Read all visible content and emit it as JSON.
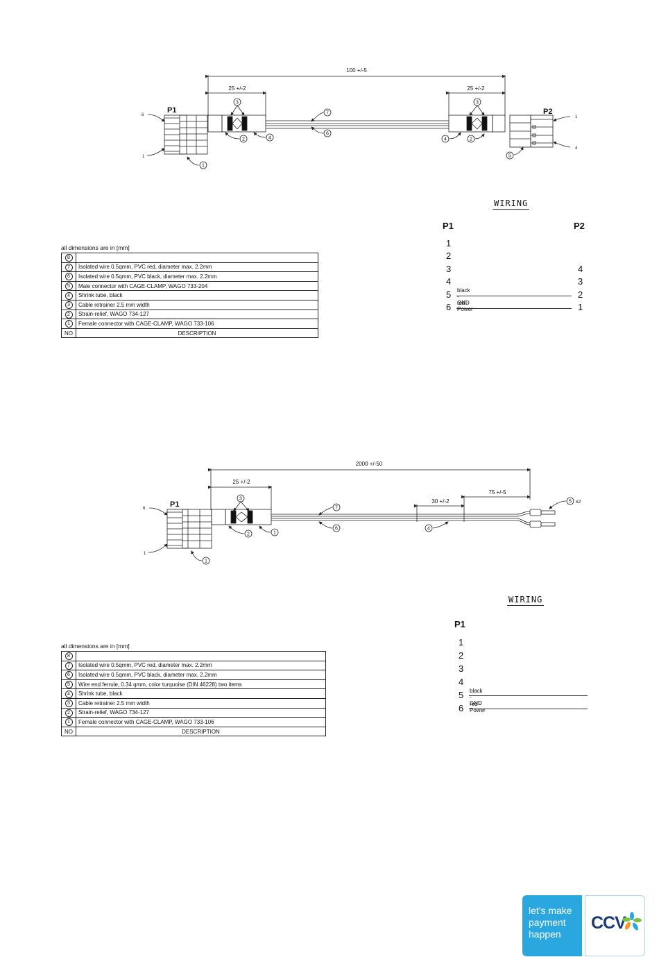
{
  "diagram1": {
    "dim_total": "100 +/-5",
    "dim_left": "25 +/-2",
    "dim_right": "25 +/-2",
    "p1_label": "P1",
    "p2_label": "P2",
    "pin_high": "6",
    "pin_low": "1",
    "p2_pin_high": "1",
    "p2_pin_low": "4",
    "callouts": {
      "c1": "1",
      "c2": "2",
      "c3": "3",
      "c4": "4",
      "c5": "5",
      "c6": "6",
      "c7": "7",
      "c3b": "3",
      "c4b": "4",
      "c2b": "2"
    }
  },
  "diagram2": {
    "dim_total": "2000 +/-50",
    "dim_left": "25 +/-2",
    "dim_shrink": "30 +/-2",
    "dim_end": "75 +/-5",
    "p1_label": "P1",
    "pin_high": "6",
    "pin_low": "1",
    "callouts": {
      "c1": "1",
      "c1b": "1",
      "c2": "2",
      "c3": "3",
      "c4": "4",
      "c5": "5",
      "c6": "6",
      "c7": "7",
      "x2": "x2"
    }
  },
  "table1": {
    "caption": "all dimensions are in [mm]",
    "rows": [
      {
        "no": "8",
        "desc": ""
      },
      {
        "no": "7",
        "desc": "Isolated wire 0.5qmm, PVC red, diameter max. 2.2mm"
      },
      {
        "no": "6",
        "desc": "Isolated wire 0.5qmm, PVC black, diameter max. 2.2mm"
      },
      {
        "no": "5",
        "desc": "Male connector with CAGE-CLAMP, WAGO 733-204"
      },
      {
        "no": "4",
        "desc": "Shrink tube, black"
      },
      {
        "no": "3",
        "desc": "Cable retrainer 2.5 mm width"
      },
      {
        "no": "2",
        "desc": "Strain-relief, WAGO 734-127"
      },
      {
        "no": "1",
        "desc": "Female connector with CAGE-CLAMP, WAGO 733-106"
      }
    ],
    "footer_no": "NO",
    "footer_desc": "DESCRIPTION"
  },
  "table2": {
    "caption": "all dimensions are in [mm]",
    "rows": [
      {
        "no": "8",
        "desc": ""
      },
      {
        "no": "7",
        "desc": "Isolated wire 0.5qmm, PVC red, diameter max. 2.2mm"
      },
      {
        "no": "6",
        "desc": "Isolated wire 0.5qmm, PVC black, diameter max. 2.2mm"
      },
      {
        "no": "5",
        "desc": "Wire end ferrule, 0.34 qmm, color turquoise (DIN 46228) two items"
      },
      {
        "no": "4",
        "desc": "Shrink tube, black"
      },
      {
        "no": "3",
        "desc": "Cable retrainer 2.5 mm width"
      },
      {
        "no": "2",
        "desc": "Strain-relief, WAGO 734-127"
      },
      {
        "no": "1",
        "desc": "Female connector with CAGE-CLAMP, WAGO 733-106"
      }
    ],
    "footer_no": "NO",
    "footer_desc": "DESCRIPTION"
  },
  "wiring1": {
    "title": "WIRING",
    "p1": "P1",
    "p2": "P2",
    "p1_pins": [
      "1",
      "2",
      "3",
      "4",
      "5",
      "6"
    ],
    "p2_pins": [
      "4",
      "3",
      "2",
      "1"
    ],
    "gnd_label": "black - GND",
    "power_label": "red - Power"
  },
  "wiring2": {
    "title": "WIRING",
    "p1": "P1",
    "p1_pins": [
      "1",
      "2",
      "3",
      "4",
      "5",
      "6"
    ],
    "gnd_label": "black - GND",
    "power_label": "red - Power"
  },
  "logo": {
    "line1": "let's make",
    "line2": "payment",
    "line3": "happen",
    "brand": "CCV",
    "colors": {
      "blue": "#2aa7de",
      "navy": "#1b3a7a",
      "green": "#7cc242",
      "orange": "#f7941d"
    }
  }
}
